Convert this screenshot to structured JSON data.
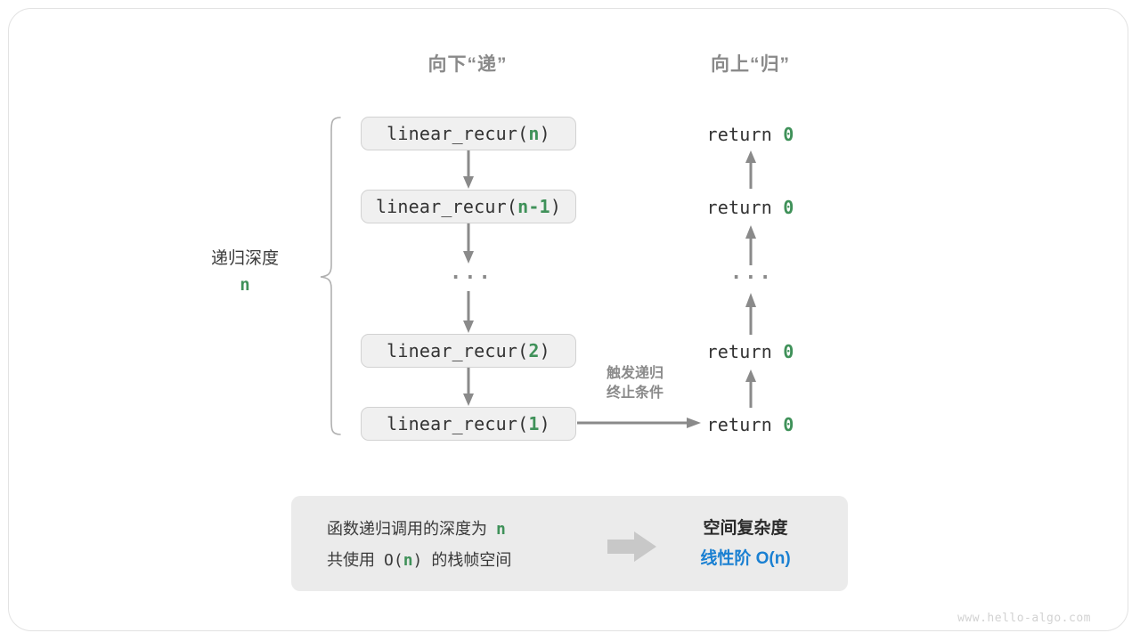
{
  "colors": {
    "green": "#3f9159",
    "blue": "#1a80d2",
    "gray_arrow": "#8a8a8a",
    "box_fill": "#f0f0f0",
    "panel_fill": "#ebebeb"
  },
  "headers": {
    "down": "向下“递”",
    "up": "向上“归”"
  },
  "depth": {
    "label": "递归深度",
    "value": "n"
  },
  "calls": [
    {
      "prefix": "linear_recur(",
      "arg": "n",
      "suffix": ")"
    },
    {
      "prefix": "linear_recur(",
      "arg": "n-1",
      "suffix": ")"
    },
    {
      "prefix": "linear_recur(",
      "arg": "2",
      "suffix": ")"
    },
    {
      "prefix": "linear_recur(",
      "arg": "1",
      "suffix": ")"
    }
  ],
  "ellipsis": "···",
  "returns": [
    {
      "keyword": "return",
      "value": "0"
    },
    {
      "keyword": "return",
      "value": "0"
    },
    {
      "keyword": "return",
      "value": "0"
    },
    {
      "keyword": "return",
      "value": "0"
    }
  ],
  "trigger_note": {
    "line1": "触发递归",
    "line2": "终止条件"
  },
  "summary": {
    "left_line1_pre": "函数递归调用的深度为",
    "left_line1_var": "n",
    "left_line2_pre": "共使用",
    "left_line2_mid": "O(",
    "left_line2_var": "n",
    "left_line2_post": ")",
    "left_line2_tail": "的栈帧空间",
    "right_head": "空间复杂度",
    "right_value": "线性阶  O(n)"
  },
  "watermark": "www.hello-algo.com"
}
